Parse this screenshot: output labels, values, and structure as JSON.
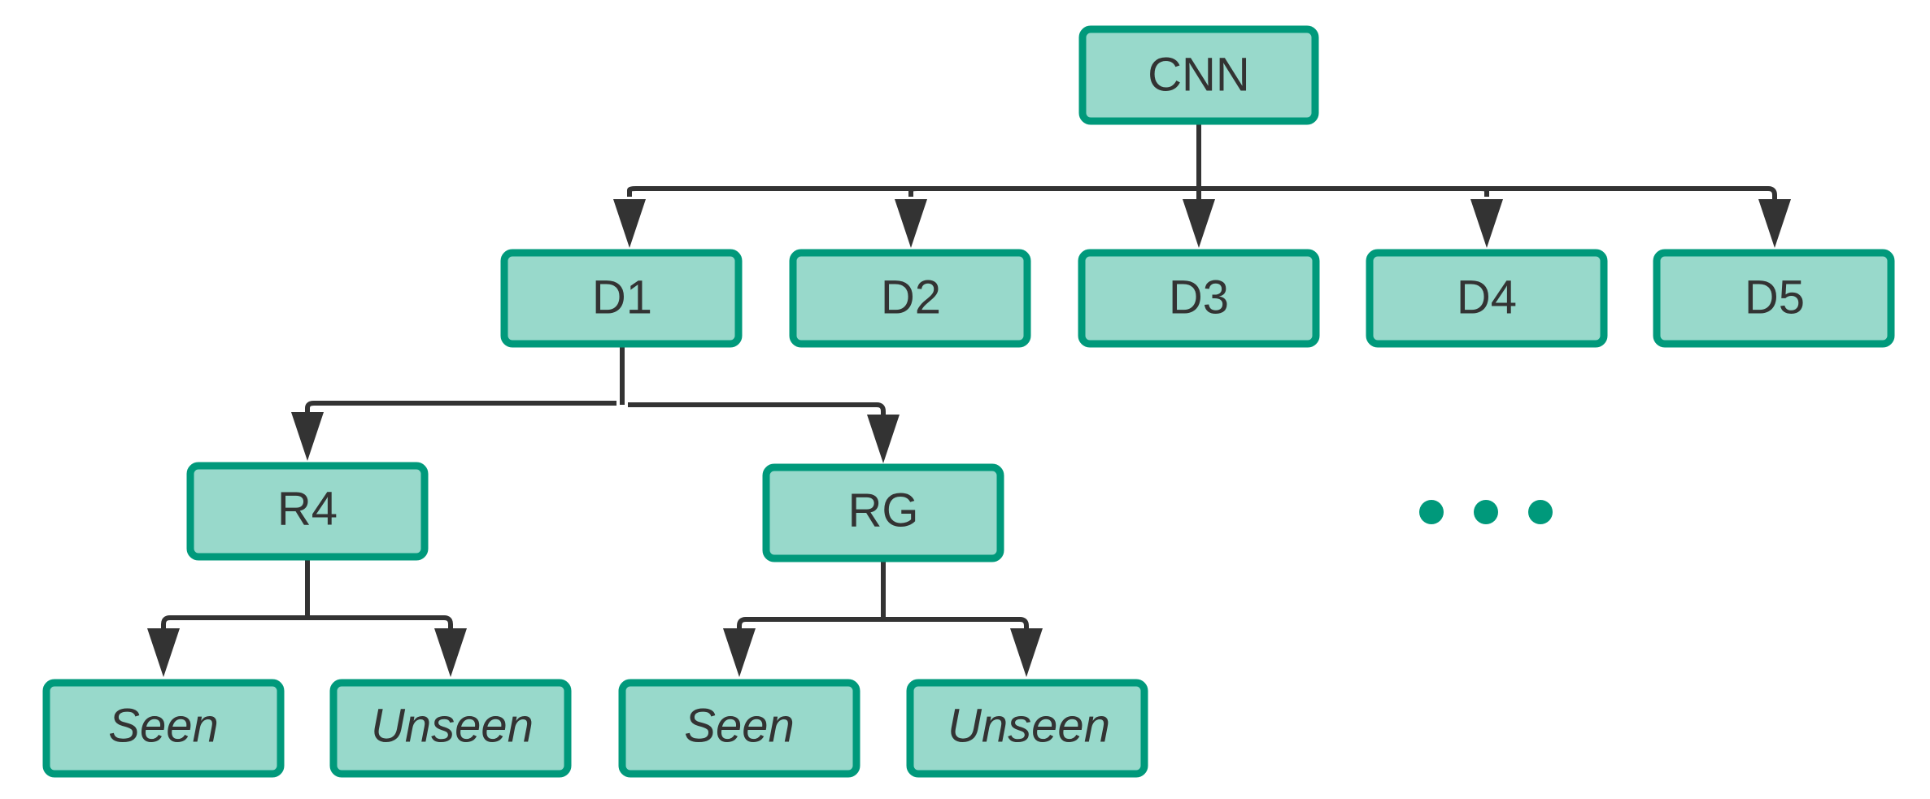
{
  "colors": {
    "node_fill": "#98d9cb",
    "node_border": "#00997b",
    "edge": "#333333",
    "text": "#333333",
    "ellipsis": "#00997b"
  },
  "nodes": {
    "root": "CNN",
    "d1": "D1",
    "d2": "D2",
    "d3": "D3",
    "d4": "D4",
    "d5": "D5",
    "r4": "R4",
    "rg": "RG",
    "r4_seen": "Seen",
    "r4_unseen": "Unseen",
    "rg_seen": "Seen",
    "rg_unseen": "Unseen"
  },
  "edges": [
    [
      "root",
      "d1"
    ],
    [
      "root",
      "d2"
    ],
    [
      "root",
      "d3"
    ],
    [
      "root",
      "d4"
    ],
    [
      "root",
      "d5"
    ],
    [
      "d1",
      "r4"
    ],
    [
      "d1",
      "rg"
    ],
    [
      "r4",
      "r4_seen"
    ],
    [
      "r4",
      "r4_unseen"
    ],
    [
      "rg",
      "rg_seen"
    ],
    [
      "rg",
      "rg_unseen"
    ]
  ],
  "ellipsis_icon": "ellipsis-icon"
}
